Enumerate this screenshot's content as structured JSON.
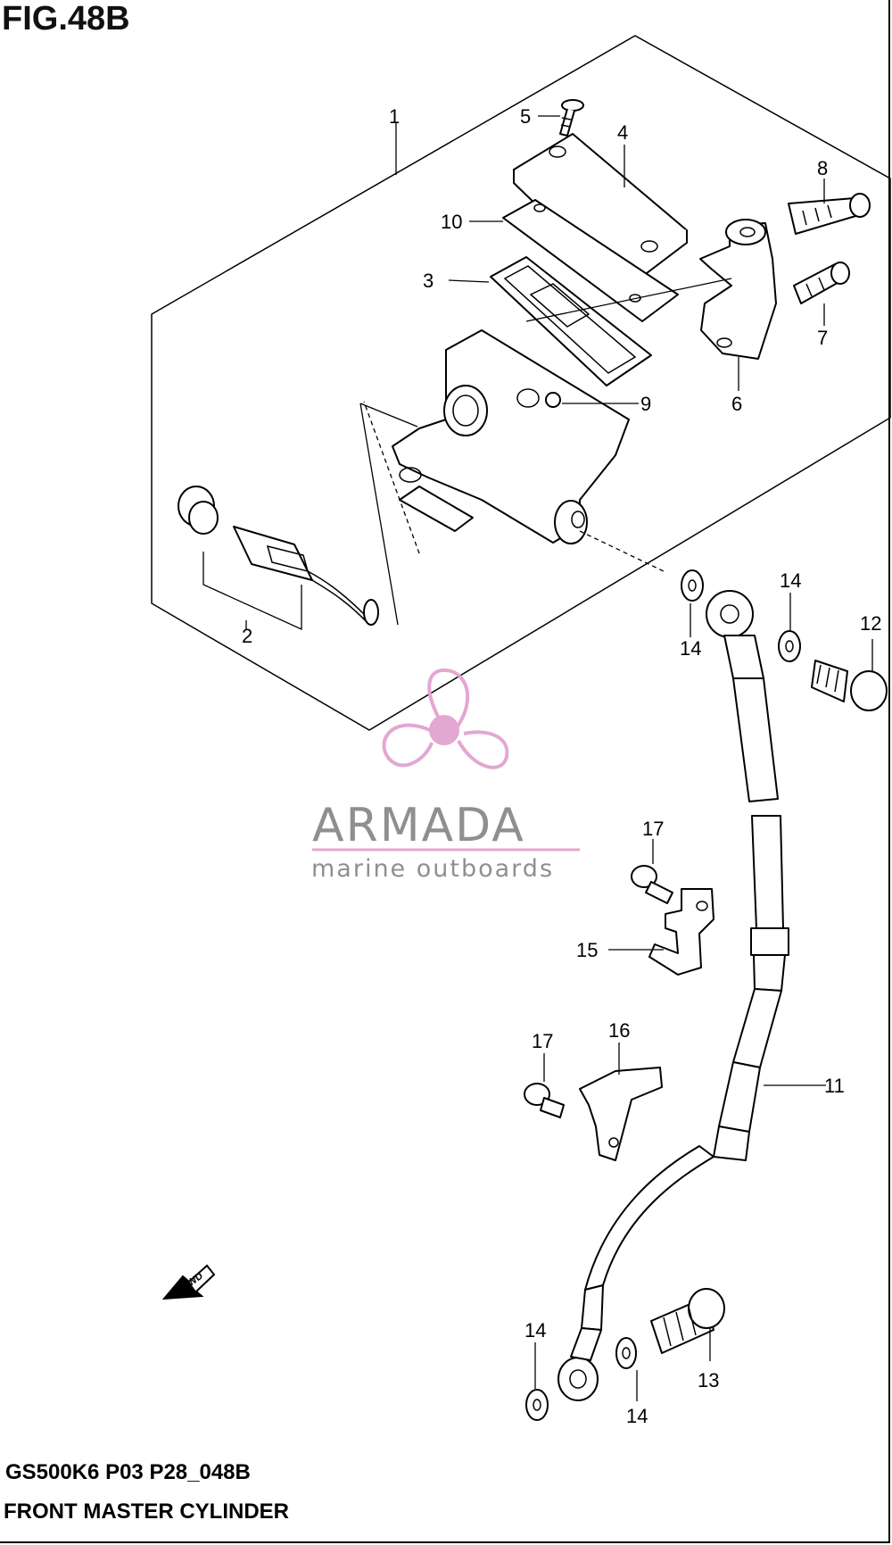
{
  "figure": {
    "title": "FIG.48B",
    "model_code": "GS500K6 P03 P28_048B",
    "name": "FRONT MASTER CYLINDER",
    "fwd_label": "FWD"
  },
  "logo": {
    "brand": "ARMADA",
    "tagline": "marine outboards",
    "accent_color": "#e2a3d0",
    "text_color": "#8a8a8a"
  },
  "callouts": {
    "c1": "1",
    "c2": "2",
    "c3": "3",
    "c4": "4",
    "c5": "5",
    "c6": "6",
    "c7": "7",
    "c8": "8",
    "c9": "9",
    "c10": "10",
    "c11": "11",
    "c12": "12",
    "c13": "13",
    "c14a": "14",
    "c14b": "14",
    "c14c": "14",
    "c14d": "14",
    "c15": "15",
    "c16": "16",
    "c17a": "17",
    "c17b": "17"
  }
}
